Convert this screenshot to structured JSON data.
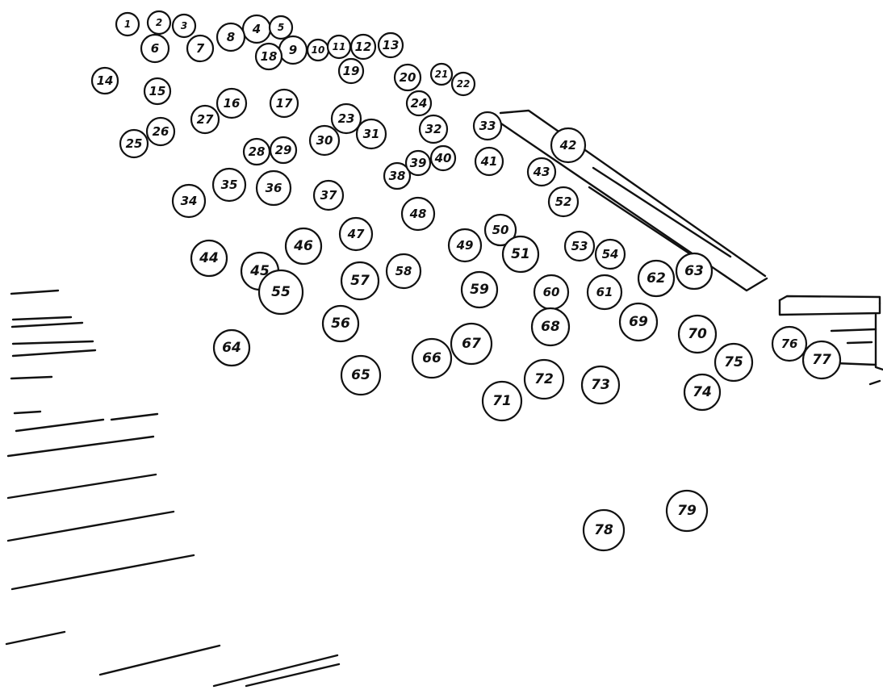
{
  "markers": [
    {
      "label": "1"
    },
    {
      "label": "2"
    },
    {
      "label": "3"
    },
    {
      "label": "4"
    },
    {
      "label": "5"
    },
    {
      "label": "6"
    },
    {
      "label": "7"
    },
    {
      "label": "8"
    },
    {
      "label": "9"
    },
    {
      "label": "10"
    },
    {
      "label": "11"
    },
    {
      "label": "12"
    },
    {
      "label": "13"
    },
    {
      "label": "14"
    },
    {
      "label": "15"
    },
    {
      "label": "16"
    },
    {
      "label": "17"
    },
    {
      "label": "18"
    },
    {
      "label": "19"
    },
    {
      "label": "20"
    },
    {
      "label": "21"
    },
    {
      "label": "22"
    },
    {
      "label": "23"
    },
    {
      "label": "24"
    },
    {
      "label": "25"
    },
    {
      "label": "26"
    },
    {
      "label": "27"
    },
    {
      "label": "28"
    },
    {
      "label": "29"
    },
    {
      "label": "30"
    },
    {
      "label": "31"
    },
    {
      "label": "32"
    },
    {
      "label": "33"
    },
    {
      "label": "34"
    },
    {
      "label": "35"
    },
    {
      "label": "36"
    },
    {
      "label": "37"
    },
    {
      "label": "38"
    },
    {
      "label": "39"
    },
    {
      "label": "40"
    },
    {
      "label": "41"
    },
    {
      "label": "42"
    },
    {
      "label": "43"
    },
    {
      "label": "44"
    },
    {
      "label": "45"
    },
    {
      "label": "46"
    },
    {
      "label": "47"
    },
    {
      "label": "48"
    },
    {
      "label": "49"
    },
    {
      "label": "50"
    },
    {
      "label": "51"
    },
    {
      "label": "52"
    },
    {
      "label": "53"
    },
    {
      "label": "54"
    },
    {
      "label": "55"
    },
    {
      "label": "56"
    },
    {
      "label": "57"
    },
    {
      "label": "58"
    },
    {
      "label": "59"
    },
    {
      "label": "60"
    },
    {
      "label": "61"
    },
    {
      "label": "62"
    },
    {
      "label": "63"
    },
    {
      "label": "64"
    },
    {
      "label": "65"
    },
    {
      "label": "66"
    },
    {
      "label": "67"
    },
    {
      "label": "68"
    },
    {
      "label": "69"
    },
    {
      "label": "70"
    },
    {
      "label": "71"
    },
    {
      "label": "72"
    },
    {
      "label": "73"
    },
    {
      "label": "74"
    },
    {
      "label": "75"
    },
    {
      "label": "76"
    },
    {
      "label": "77"
    },
    {
      "label": "78"
    },
    {
      "label": "79"
    }
  ]
}
